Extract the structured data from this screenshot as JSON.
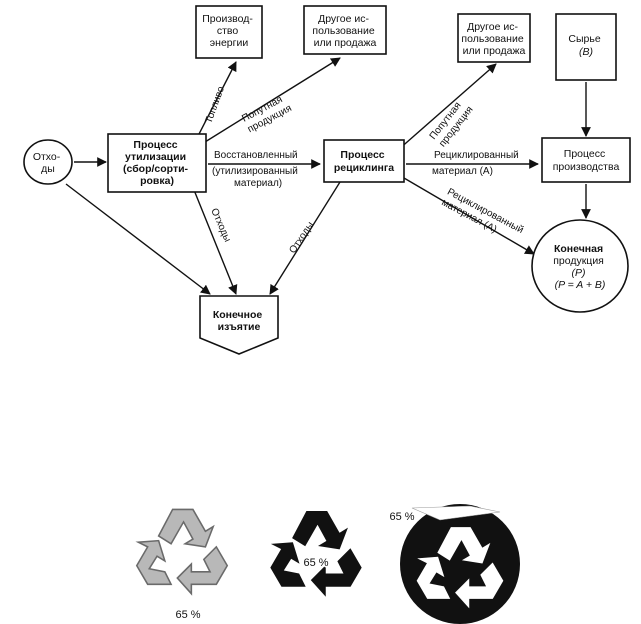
{
  "nodes": {
    "waste": {
      "lines": [
        "Отхо-",
        "ды"
      ]
    },
    "utilization": {
      "lines": [
        "Процесс",
        "утилизации",
        "(сбор/сорти-",
        "ровка)"
      ]
    },
    "energy": {
      "lines": [
        "Производ-",
        "ство",
        "энергии"
      ]
    },
    "other_use_1": {
      "lines": [
        "Другое ис-",
        "пользование",
        "или продажа"
      ]
    },
    "recycling": {
      "lines": [
        "Процесс",
        "рециклинга"
      ]
    },
    "other_use_2": {
      "lines": [
        "Другое ис-",
        "пользование",
        "или продажа"
      ]
    },
    "raw": {
      "lines": [
        "Сырье",
        "(B)"
      ]
    },
    "production": {
      "lines": [
        "Процесс",
        "производства"
      ]
    },
    "final_product": {
      "lines": [
        "Конечная",
        "продукция",
        "(P)",
        "(P = A + B)"
      ]
    },
    "disposal": {
      "lines": [
        "Конечное",
        "изъятие"
      ]
    }
  },
  "edges": {
    "fuel": "Топливо",
    "byproduct_1": [
      "Попутная",
      "продукция"
    ],
    "restored": [
      "Восстановленный",
      "(утилизированный",
      "материал)"
    ],
    "waste_down": "Отходы",
    "waste_from_recycling": "Отходы",
    "byproduct_2": [
      "Попутная",
      "продукция"
    ],
    "recycled_1": [
      "Рециклированный",
      "материал (A)"
    ],
    "recycled_2": [
      "Рециклированный",
      "материал (A)"
    ]
  },
  "symbols": {
    "gray_label": "65 %",
    "black_label": "65 %",
    "circle_label": "65 %"
  }
}
